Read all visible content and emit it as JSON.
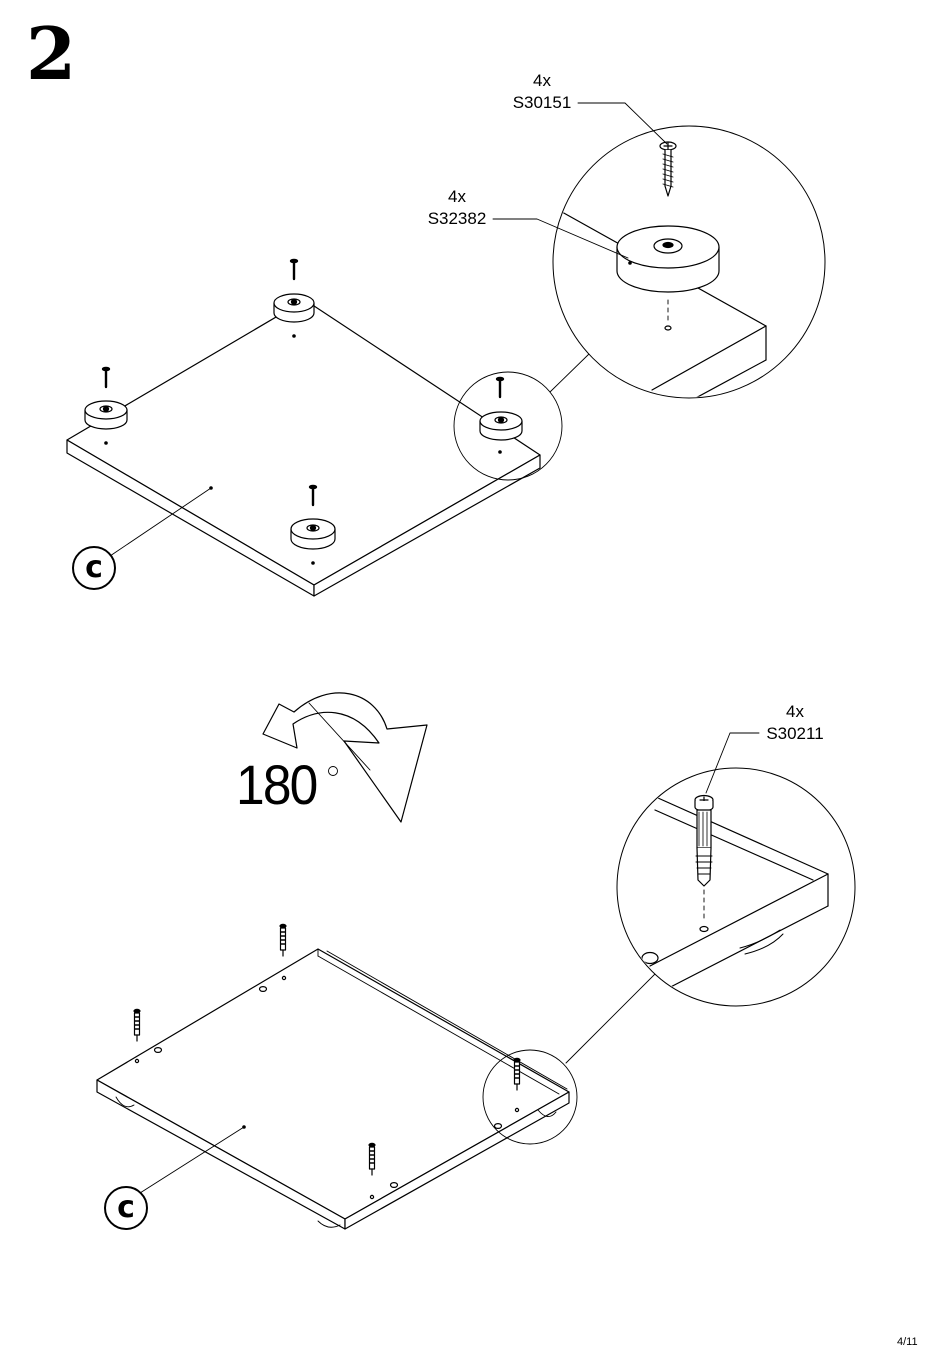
{
  "page": {
    "step": "2",
    "page_number": "4/11"
  },
  "parts": {
    "screw": {
      "qty": "4x",
      "code": "S30151"
    },
    "foot": {
      "qty": "4x",
      "code": "S32382"
    },
    "connector": {
      "qty": "4x",
      "code": "S30211"
    }
  },
  "panel_label": "c",
  "rotation": {
    "value": "180"
  }
}
